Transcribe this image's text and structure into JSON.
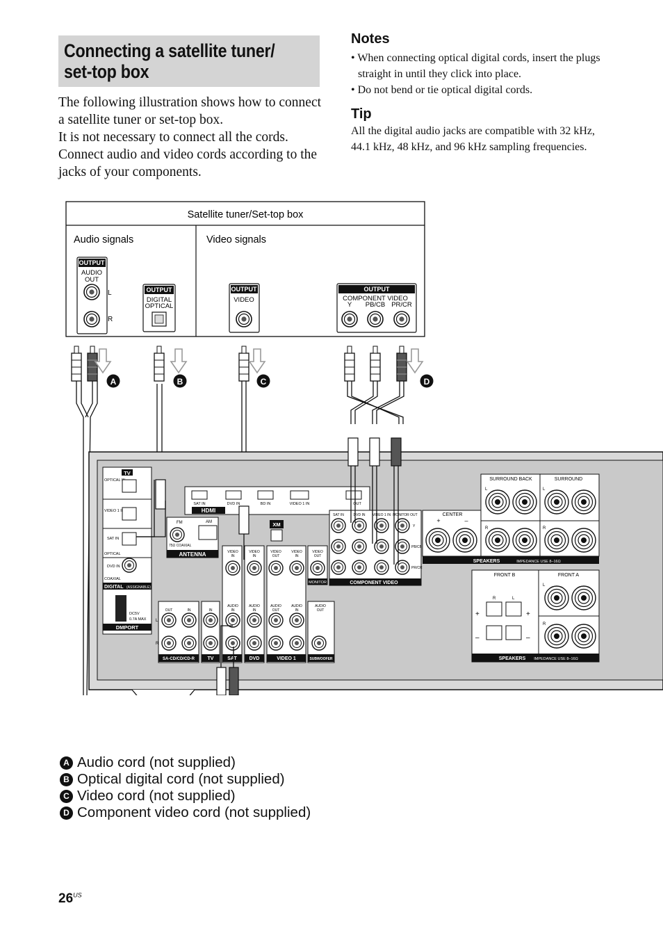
{
  "header": {
    "title_line1": "Connecting a satellite tuner/",
    "title_line2": "set-top box"
  },
  "intro": {
    "p1": "The following illustration shows how to connect a satellite tuner or set-top box.",
    "p2": "It is not necessary to connect all the cords. Connect audio and video cords according to the jacks of your components."
  },
  "notes": {
    "heading": "Notes",
    "items": [
      "• When connecting optical digital cords, insert the plugs straight in until they click into place.",
      "• Do not bend or tie optical digital cords."
    ]
  },
  "tip": {
    "heading": "Tip",
    "text": "All the digital audio jacks are compatible with 32 kHz, 44.1 kHz, 48 kHz, and 96 kHz sampling frequencies."
  },
  "diagram": {
    "source_title": "Satellite tuner/Set-top box",
    "audio_signals": "Audio signals",
    "video_signals": "Video signals",
    "output": "OUTPUT",
    "audio_out": "AUDIO OUT",
    "digital_optical": "DIGITAL OPTICAL",
    "video": "VIDEO",
    "component_video": "COMPONENT VIDEO",
    "y": "Y",
    "pb": "PB/CB",
    "pr": "PR/CR",
    "l": "L",
    "r": "R",
    "cord_letters": [
      "A",
      "B",
      "C",
      "D"
    ],
    "receiver": {
      "tv": "TV",
      "optical_in": "OPTICAL IN",
      "video1_in": "VIDEO 1 IN",
      "sat_in": "SAT IN",
      "optical": "OPTICAL",
      "dvd_in": "DVD IN",
      "coaxial": "COAXIAL",
      "digital": "DIGITAL",
      "assignable": "(ASSIGNABLE)",
      "dmport": "DMPORT",
      "dc5v": "DC5V",
      "max": "0.7A MAX",
      "hdmi": "HDMI",
      "hdmi_jacks": [
        "SAT IN",
        "DVD IN",
        "BD IN",
        "VIDEO 1 IN",
        "OUT"
      ],
      "fm": "FM",
      "am": "AM",
      "coax_75": "75Ω COAXIAL",
      "antenna": "ANTENNA",
      "xm": "XM",
      "video_in": "VIDEO IN",
      "video_out": "VIDEO OUT",
      "audio_in": "AUDIO IN",
      "audio_out": "AUDIO OUT",
      "monitor": "MONITOR",
      "in": "IN",
      "out": "OUT",
      "groups": [
        "SA-CD/CD/CD-R",
        "TV",
        "SAT",
        "DVD",
        "VIDEO 1",
        "SUBWOOFER"
      ],
      "comp_jacks": [
        "SAT IN",
        "DVD IN",
        "VIDEO 1 IN",
        "MONITOR OUT"
      ],
      "comp_rows": [
        "Y",
        "PB/CB",
        "PR/CR"
      ],
      "component_video": "COMPONENT VIDEO",
      "center": "CENTER",
      "surround_back": "SURROUND BACK",
      "surround": "SURROUND",
      "front_b": "FRONT B",
      "front_a": "FRONT A",
      "speakers": "SPEAKERS",
      "impedance": "IMPEDANCE USE 8–16Ω",
      "plus": "+",
      "minus": "–"
    }
  },
  "legend": {
    "items": [
      {
        "letter": "A",
        "text": "Audio cord (not supplied)"
      },
      {
        "letter": "B",
        "text": "Optical digital cord (not supplied)"
      },
      {
        "letter": "C",
        "text": "Video cord (not supplied)"
      },
      {
        "letter": "D",
        "text": "Component video cord (not supplied)"
      }
    ]
  },
  "page": {
    "number": "26",
    "suffix": "US"
  }
}
